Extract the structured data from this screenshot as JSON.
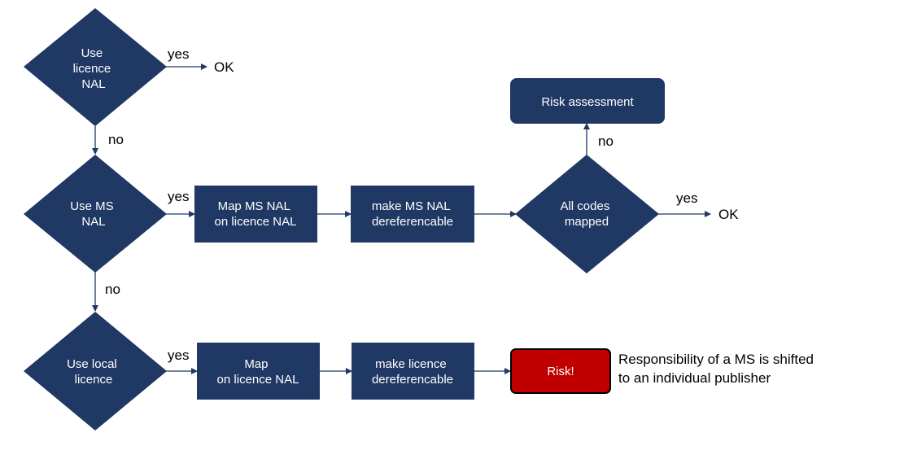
{
  "colors": {
    "node_fill": "#203864",
    "risk_fill": "#c00000",
    "connector": "#203864",
    "text_light": "#ffffff",
    "text_dark": "#000000"
  },
  "nodes": {
    "d_licence_nal": [
      "Use",
      "licence",
      "NAL"
    ],
    "d_ms_nal": [
      "Use MS",
      "NAL"
    ],
    "d_local_licence": [
      "Use local",
      "licence"
    ],
    "d_all_codes": [
      "All codes",
      "mapped"
    ],
    "p_map_ms_nal": [
      "Map MS NAL",
      "on licence NAL"
    ],
    "p_make_ms_nal": [
      "make MS NAL",
      "dereferencable"
    ],
    "p_map_local": [
      "Map",
      "on licence NAL"
    ],
    "p_make_licence": [
      "make licence",
      "dereferencable"
    ],
    "p_risk_assessment": [
      "Risk assessment"
    ],
    "p_risk": [
      "Risk!"
    ]
  },
  "edge_labels": {
    "yes_licence_nal": "yes",
    "no_licence_nal": "no",
    "yes_ms_nal": "yes",
    "no_ms_nal": "no",
    "yes_local": "yes",
    "yes_all_codes": "yes",
    "no_all_codes": "no"
  },
  "terminals": {
    "ok_top": "OK",
    "ok_right": "OK"
  },
  "note": [
    "Responsibility of a MS is shifted",
    "to an individual publisher"
  ]
}
